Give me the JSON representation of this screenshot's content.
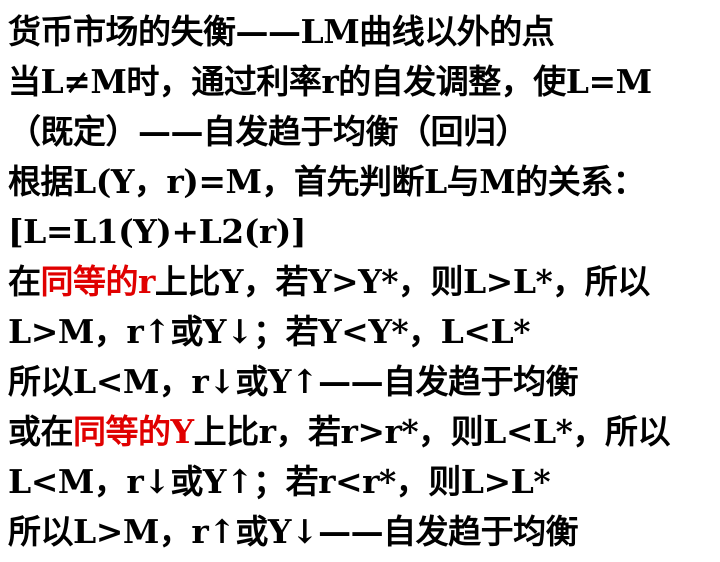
{
  "colors": {
    "text": "#000000",
    "highlight": "#e00000",
    "background": "#ffffff"
  },
  "lines": [
    {
      "segments": [
        {
          "text": "货币市场的失衡——LM曲线以外的点",
          "color": "text"
        }
      ]
    },
    {
      "segments": [
        {
          "text": "当L≠M时，通过利率r的自发调整，使L=M",
          "color": "text"
        }
      ]
    },
    {
      "segments": [
        {
          "text": "（既定）——自发趋于均衡（回归）",
          "color": "text"
        }
      ]
    },
    {
      "segments": [
        {
          "text": "根据L(Y，r)=M，首先判断L与M的关系：",
          "color": "text"
        }
      ]
    },
    {
      "segments": [
        {
          "text": "[L=L1(Y)+L2(r)]",
          "color": "text"
        }
      ]
    },
    {
      "segments": [
        {
          "text": "在",
          "color": "text"
        },
        {
          "text": "同等的r",
          "color": "highlight"
        },
        {
          "text": "上比Y，若Y>Y*，则L>L*，所以",
          "color": "text"
        }
      ]
    },
    {
      "segments": [
        {
          "text": "L>M，r↑或Y↓；若Y<Y*，L<L*",
          "color": "text"
        }
      ]
    },
    {
      "segments": [
        {
          "text": "所以L<M，r↓或Y↑——自发趋于均衡",
          "color": "text"
        }
      ]
    },
    {
      "segments": [
        {
          "text": "或在",
          "color": "text"
        },
        {
          "text": "同等的Y",
          "color": "highlight"
        },
        {
          "text": "上比r，若r>r*，则L<L*，所以",
          "color": "text"
        }
      ]
    },
    {
      "segments": [
        {
          "text": "L<M，r↓或Y↑；若r<r*，则L>L*",
          "color": "text"
        }
      ]
    },
    {
      "segments": [
        {
          "text": "所以L>M，r↑或Y↓——自发趋于均衡",
          "color": "text"
        }
      ]
    }
  ]
}
